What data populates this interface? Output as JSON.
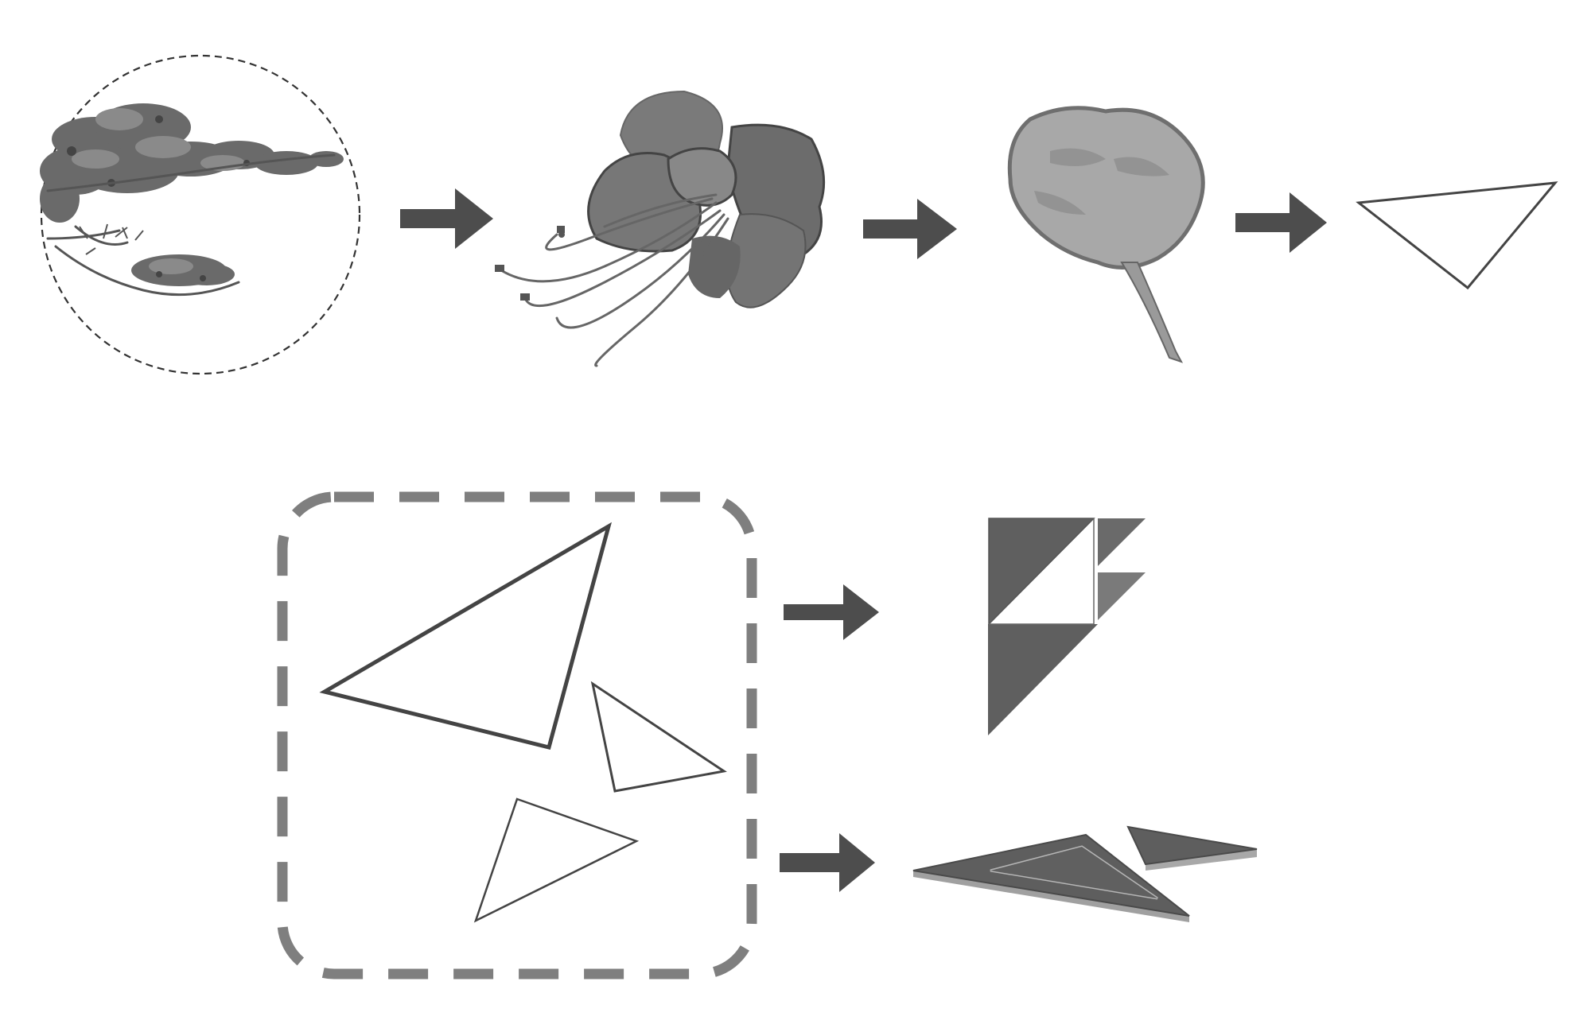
{
  "diagram": {
    "title": "",
    "stages_row1": [
      {
        "id": "tree-branch",
        "icon": "tree-branch-icon"
      },
      {
        "id": "flower",
        "icon": "flower-icon"
      },
      {
        "id": "petal",
        "icon": "petal-icon"
      },
      {
        "id": "triangle-abstraction",
        "icon": "triangle-outline-icon"
      }
    ],
    "stages_row2": [
      {
        "id": "triangle-group",
        "icon": "triangle-group-icon"
      },
      {
        "id": "triangle-tiling",
        "icon": "triangle-tiling-icon"
      },
      {
        "id": "triangle-3d-slabs",
        "icon": "triangle-slab-icon"
      }
    ],
    "colors": {
      "background": "#ffffff",
      "arrow": "#4d4d4d",
      "outline": "#444444",
      "fill_dark": "#5f5f5f",
      "fill_mid": "#7a7a7a",
      "dashed_frame": "#7f7f7f",
      "foliage": "#6e6e6e",
      "petal_light": "#a8a8a8"
    }
  }
}
